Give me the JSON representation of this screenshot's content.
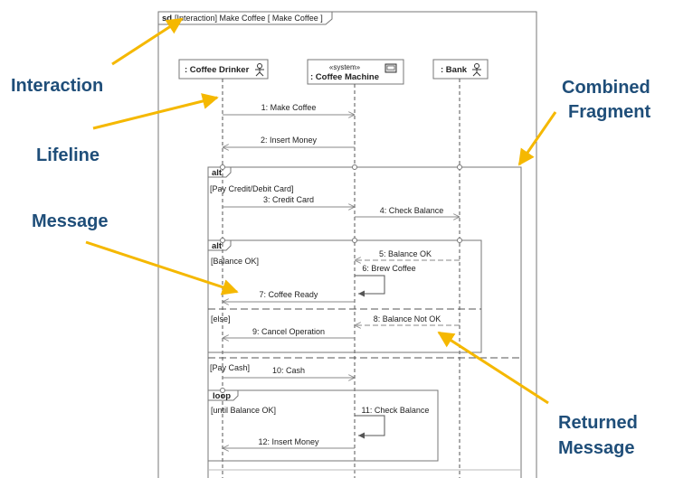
{
  "diagram": {
    "frame_kind": "sd",
    "frame_title": "[Interaction] Make Coffee [ Make Coffee ]",
    "lifelines": [
      {
        "label": ": Coffee Drinker",
        "stereotype": "",
        "icon": "actor-icon"
      },
      {
        "label": ": Coffee Machine",
        "stereotype": "«system»",
        "icon": "component-icon"
      },
      {
        "label": ": Bank",
        "stereotype": "",
        "icon": "actor-icon"
      }
    ],
    "messages": [
      "1: Make Coffee",
      "2: Insert Money",
      "3: Credit Card",
      "4: Check Balance",
      "5: Balance OK",
      "6: Brew Coffee",
      "7: Coffee Ready",
      "8: Balance Not OK",
      "9: Cancel Operation",
      "10: Cash",
      "11: Check Balance",
      "12: Insert Money"
    ],
    "fragments": {
      "outer_alt": "alt",
      "inner_alt": "alt",
      "loop": "loop"
    },
    "guards": {
      "pay_card": "[Pay Credit/Debit Card]",
      "balance_ok": "[Balance OK]",
      "else": "[else]",
      "pay_cash": "[Pay Cash]",
      "until": "[until Balance OK]"
    }
  },
  "callouts": {
    "interaction": "Interaction",
    "lifeline": "Lifeline",
    "message": "Message",
    "combined_fragment_line1": "Combined",
    "combined_fragment_line2": "Fragment",
    "returned_message_line1": "Returned",
    "returned_message_line2": "Message"
  },
  "colors": {
    "callout_text": "#1f4e79",
    "callout_arrow": "#f5b800",
    "line": "#777777"
  }
}
